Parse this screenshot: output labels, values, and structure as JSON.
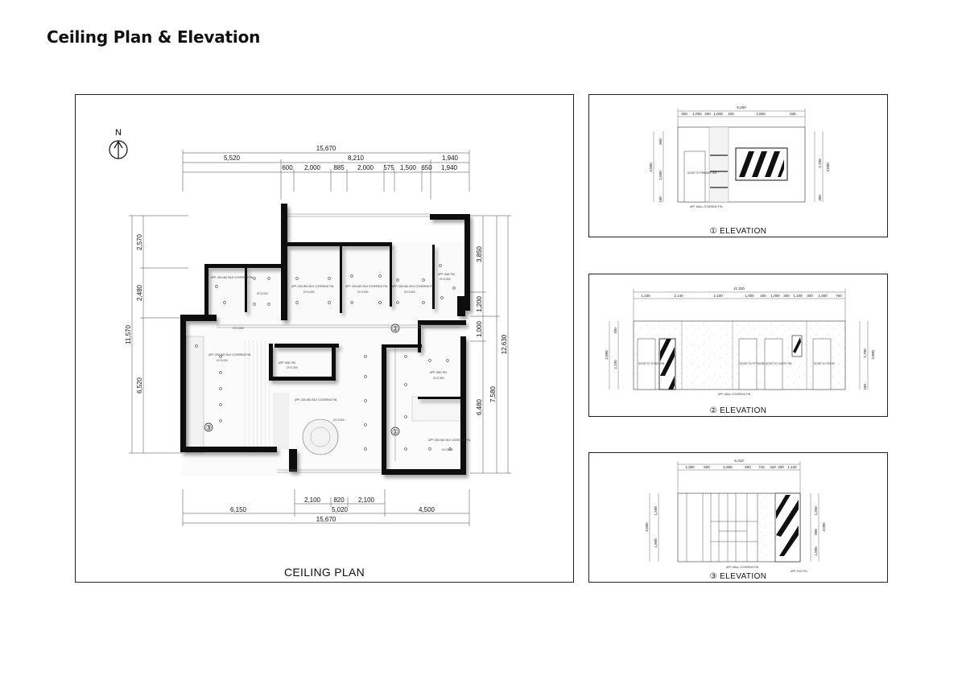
{
  "page": {
    "title": "Ceiling Plan & Elevation"
  },
  "plan": {
    "caption": "CEILING PLAN",
    "north_label": "N",
    "dims_top_total": "15,670",
    "dims_top_row2": [
      "5,520",
      "8,210",
      "1,940"
    ],
    "dims_top_row3": [
      "600",
      "2,000",
      "885",
      "2,000",
      "575",
      "1,500",
      "650",
      "1,940"
    ],
    "dims_left": [
      "2,570",
      "2,480",
      "6,520"
    ],
    "dims_left_total": "11,570",
    "dims_right": [
      "3,850",
      "1,200",
      "1,000",
      "6,480"
    ],
    "dims_right_mid": "7,580",
    "dims_right_total": "12,630",
    "dims_bottom_row1": [
      "2,100",
      "820",
      "2,100"
    ],
    "dims_bottom_row2": [
      "6,150",
      "5,020",
      "4,500"
    ],
    "dims_bottom_total": "15,670",
    "markers": [
      "①",
      "②",
      "③"
    ],
    "room_notes": [
      "APP. CEILING SILK COVERING FIN.",
      "CH 2,600",
      "CH 3,000",
      "APP. CEILING SILK COVERING FIN.",
      "CH 3,000",
      "APP. CEILING SILK COVERING FIN.",
      "CH 3,000",
      "APP. CEILING SILK COVERING FIN.",
      "CH 3,000",
      "APP. SMC FIN.",
      "CH 2,500",
      "APP. SMC FIN.",
      "CH 2,300",
      "APP. CEILING SILK COVERING FIN.",
      "CH 3,000",
      "APP. CEILING SILK COVERING FIN.",
      "CH 2,600",
      "APP. SMC FIN.",
      "CH 2,300",
      "APP. CEILING SILK COVERING FIN.",
      "CH 2,800"
    ]
  },
  "elevation1": {
    "caption": "① ELEVATION",
    "dim_total": "6,250",
    "dims": [
      "400",
      "1,000",
      "200",
      "1,000",
      "425",
      "2,600",
      "625"
    ],
    "left_dims": [
      "900",
      "2,000",
      "100"
    ],
    "left_total": "3,000",
    "right_dims": [
      "2,700",
      "300"
    ],
    "right_total": "3,000",
    "notes": [
      "DOOR TO PRIMARY WIF",
      "APP. WALL COVERING FIN."
    ]
  },
  "elevation2": {
    "caption": "② ELEVATION",
    "dim_total": "11,320",
    "dims": [
      "1,330",
      "2,140",
      "2,100",
      "1,000",
      "340",
      "1,000",
      "200",
      "1,100",
      "300",
      "1,000",
      "760"
    ],
    "left_dims": [
      "700",
      "2,100"
    ],
    "left_total": "2,800",
    "right_dims": [
      "2,700",
      "100"
    ],
    "right_total": "2,800",
    "notes": [
      "DOOR TO STUDY RM",
      "DOOR TO PT ROOM",
      "DOOR TO GUEST RM",
      "DOOR TO ROOM",
      "APP. WALL COVERING FIN."
    ]
  },
  "elevation3": {
    "caption": "③ ELEVATION",
    "dim_total": "6,310",
    "dims": [
      "1,300",
      "505",
      "1,560",
      "600",
      "742",
      "340",
      "200",
      "1,120"
    ],
    "left_dims": [
      "1,200",
      "1,800"
    ],
    "left_total": "3,000",
    "right_dims": [
      "1,200",
      "800",
      "1,000"
    ],
    "right_total": "3,000",
    "notes": [
      "APP. WALL COVERING FIN.",
      "APP. TILE FIN."
    ]
  }
}
